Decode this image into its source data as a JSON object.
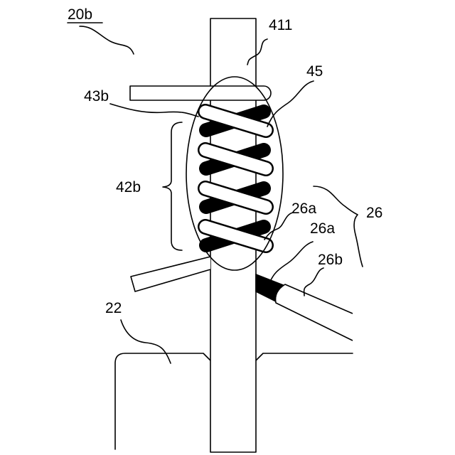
{
  "labels": {
    "ref_20b": "20b",
    "ref_411": "411",
    "ref_45": "45",
    "ref_43b": "43b",
    "ref_42b": "42b",
    "ref_26a_upper": "26a",
    "ref_26": "26",
    "ref_26a_lower": "26a",
    "ref_26b": "26b",
    "ref_22": "22"
  },
  "colors": {
    "line": "#000000",
    "background": "#ffffff"
  }
}
